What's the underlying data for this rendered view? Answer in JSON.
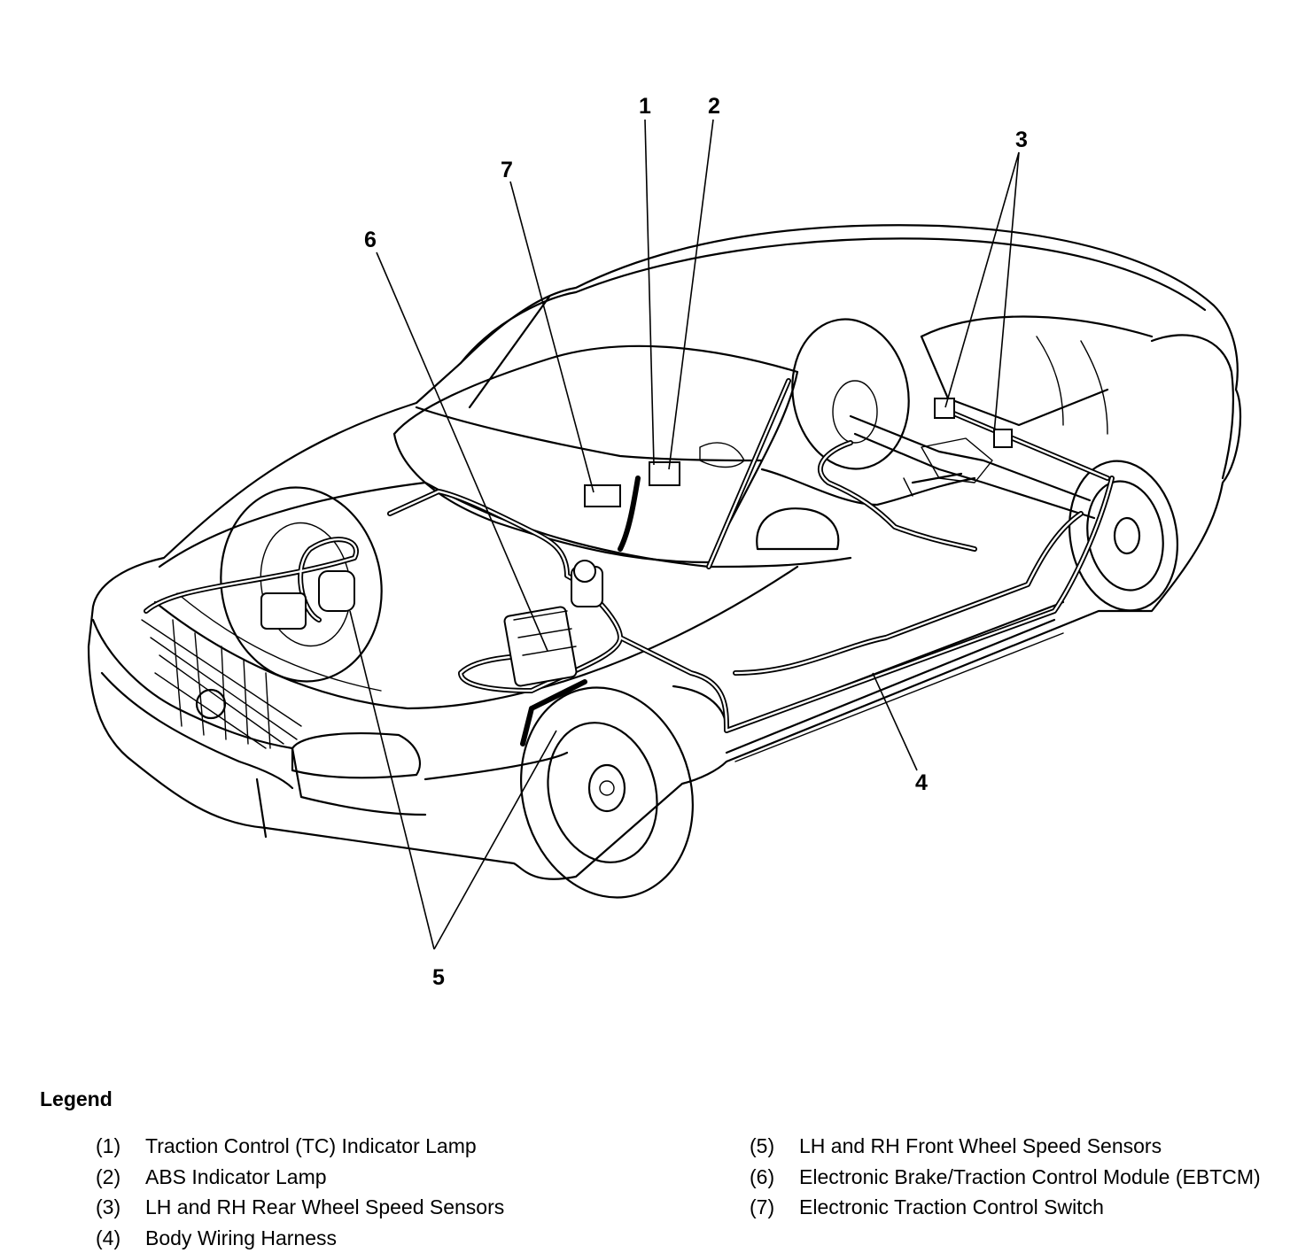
{
  "callouts": {
    "c1": "1",
    "c2": "2",
    "c3": "3",
    "c4": "4",
    "c5": "5",
    "c6": "6",
    "c7": "7"
  },
  "legend": {
    "title": "Legend",
    "left": [
      {
        "num": "(1)",
        "text": "Traction Control (TC) Indicator Lamp"
      },
      {
        "num": "(2)",
        "text": "ABS Indicator Lamp"
      },
      {
        "num": "(3)",
        "text": "LH and RH Rear Wheel Speed Sensors"
      },
      {
        "num": "(4)",
        "text": "Body Wiring Harness"
      }
    ],
    "right": [
      {
        "num": "(5)",
        "text": "LH and RH Front Wheel Speed Sensors"
      },
      {
        "num": "(6)",
        "text": "Electronic Brake/Traction Control Module (EBTCM)"
      },
      {
        "num": "(7)",
        "text": "Electronic Traction Control Switch"
      }
    ]
  }
}
